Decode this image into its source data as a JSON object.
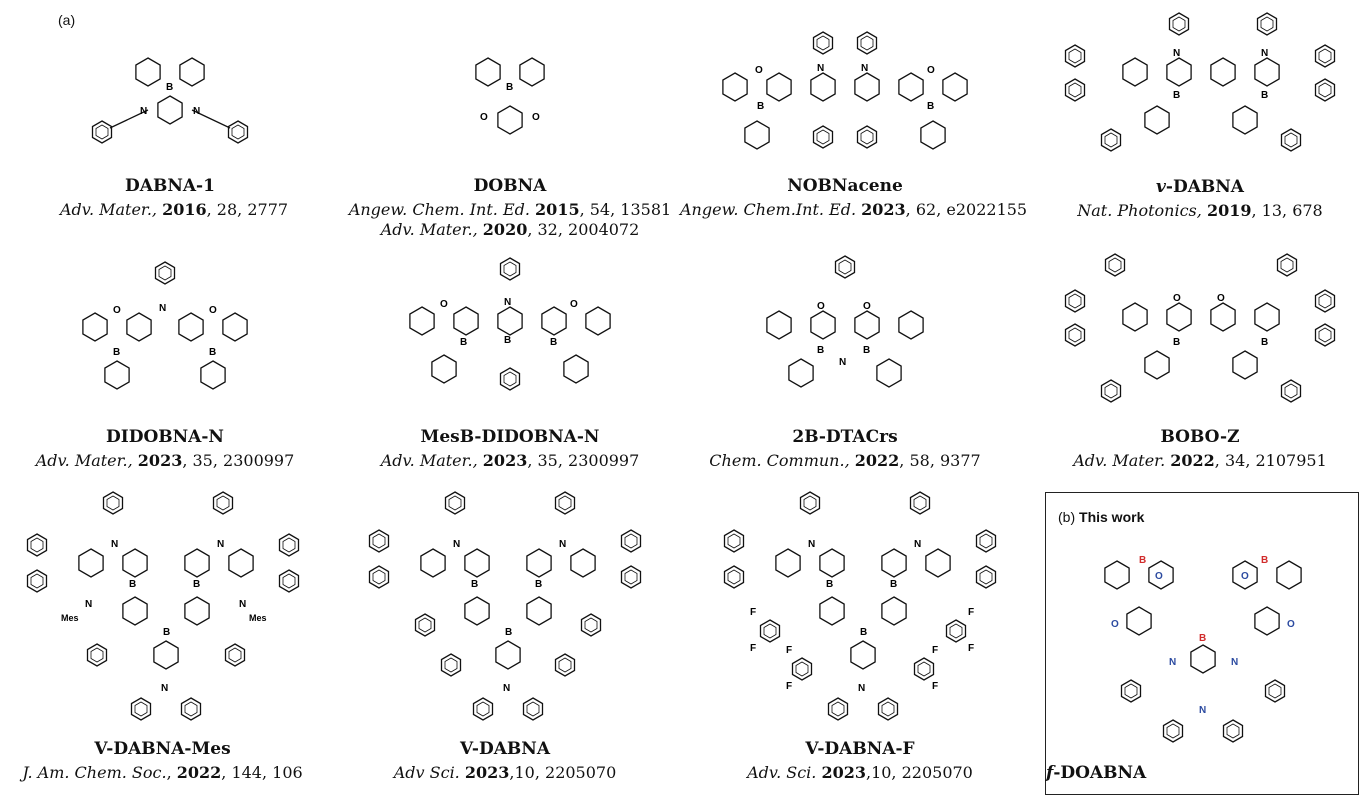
{
  "panel_a": "(a)",
  "panel_b": "(b)",
  "panel_b_title": "This work",
  "atoms": {
    "boron": "B",
    "nitrogen": "N",
    "oxygen": "O",
    "fluorine": "F",
    "mesityl": "Mes"
  },
  "colors": {
    "boron_highlight": "#d12b2b",
    "heteroatom_highlight": "#2b4aa0",
    "bond": "#111111"
  },
  "molecules": [
    {
      "name": "DABNA-1",
      "refs": [
        {
          "journal": "Adv. Mater.,",
          "year": "2016",
          "rest": ", 28, 2777"
        }
      ]
    },
    {
      "name": "DOBNA",
      "refs": [
        {
          "journal": "Angew. Chem. Int. Ed.",
          "year": "2015",
          "rest": ", 54, 13581"
        },
        {
          "journal": "Adv. Mater.,",
          "year": "2020",
          "rest": ", 32, 2004072"
        }
      ]
    },
    {
      "name": "NOBNacene",
      "refs": [
        {
          "journal": "Angew. Chem.Int. Ed.",
          "year": "2023",
          "rest": ", 62, e2022155"
        }
      ]
    },
    {
      "name_prefix": "v",
      "name": "-DABNA",
      "refs": [
        {
          "journal": "Nat. Photonics,",
          "year": "2019",
          "rest": ", 13, 678"
        }
      ]
    },
    {
      "name": "DIDOBNA-N",
      "refs": [
        {
          "journal": "Adv. Mater.,",
          "year": "2023",
          "rest": ", 35, 2300997"
        }
      ]
    },
    {
      "name": "MesB-DIDOBNA-N",
      "refs": [
        {
          "journal": "Adv. Mater.,",
          "year": "2023",
          "rest": ", 35, 2300997"
        }
      ]
    },
    {
      "name": "2B-DTACrs",
      "refs": [
        {
          "journal": "Chem. Commun.,",
          "year": "2022",
          "rest": ", 58, 9377"
        }
      ]
    },
    {
      "name": "BOBO-Z",
      "refs": [
        {
          "journal": "Adv. Mater.",
          "year": "2022",
          "rest": ", 34, 2107951"
        }
      ]
    },
    {
      "name": "V-DABNA-Mes",
      "refs": [
        {
          "journal": "J. Am. Chem. Soc.",
          "year": "2022",
          "rest": ", 144, 106"
        }
      ]
    },
    {
      "name": "V-DABNA",
      "refs": [
        {
          "journal": "Adv Sci.",
          "year": "2023",
          "rest": ",10, 2205070"
        }
      ]
    },
    {
      "name": "V-DABNA-F",
      "refs": [
        {
          "journal": "Adv. Sci.",
          "year": "2023",
          "rest": ",10, 2205070"
        }
      ]
    },
    {
      "name_prefix": "f",
      "name": "-DOABNA",
      "refs": []
    }
  ]
}
